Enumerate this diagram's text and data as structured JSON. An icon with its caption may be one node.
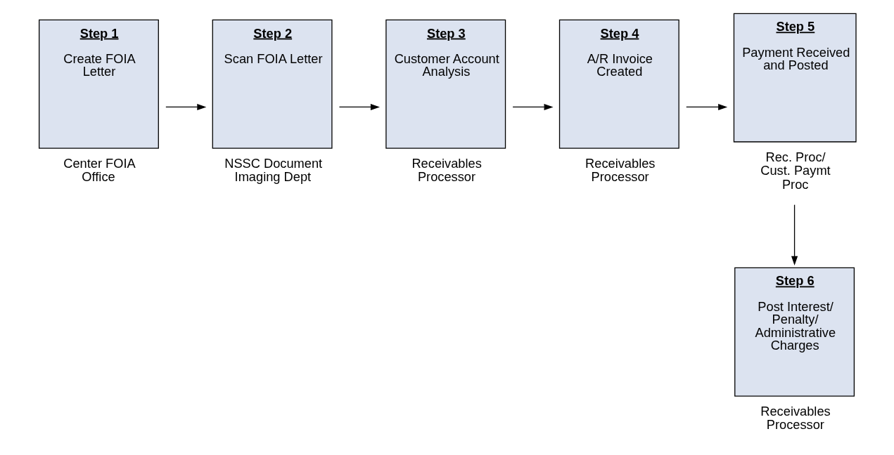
{
  "diagram": {
    "nodes": [
      {
        "text": [
          "Step 1",
          "Create FOIA Letter"
        ],
        "beside": [
          "Center FOIA Office"
        ]
      },
      {
        "text": [
          "Step 2",
          "Scan FOIA Letter"
        ],
        "beside": [
          "NSSC Document Imaging Dept"
        ]
      },
      {
        "text": [
          "Step 3",
          "Customer Account Analysis"
        ],
        "beside": [
          "Receivables Processor"
        ]
      },
      {
        "text": [
          "Step 4",
          "A/R Invoice Created"
        ],
        "beside": [
          "Receivables Processor"
        ]
      },
      {
        "text": [
          "Step 5",
          "Payment Received and Posted"
        ],
        "beside": [
          "Rec. Proc/ Cust. Paymt Proc"
        ]
      },
      {
        "text": [
          "Step 6",
          "Post Interest/ Penalty/ Administrative Charges"
        ],
        "beside": [
          "Receivables Processor"
        ]
      }
    ],
    "edges": [
      {
        "from": 0,
        "to": 1,
        "arrow": "to"
      },
      {
        "from": 1,
        "to": 2,
        "arrow": "to"
      },
      {
        "from": 2,
        "to": 3,
        "arrow": "to"
      },
      {
        "from": 3,
        "to": 4,
        "arrow": "to"
      },
      {
        "from": 4,
        "to": 5,
        "arrow": "to"
      }
    ]
  }
}
